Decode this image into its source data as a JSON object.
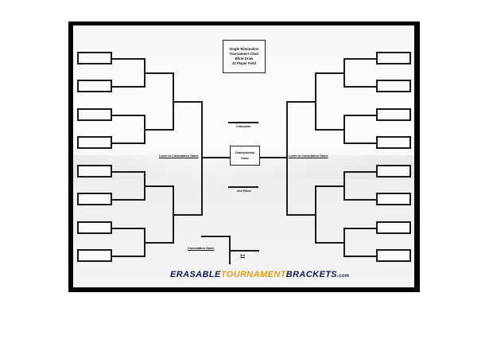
{
  "title_box": {
    "lines": [
      "Single Elimination",
      "Tournament Chart",
      "Blind Draw",
      "32 Player Field"
    ]
  },
  "center": {
    "champion_label": "Champion",
    "championship_line1": "Championship",
    "championship_line2": "Game",
    "second_place_label": "2nd Place",
    "consolation_label": "Consolation Game",
    "third_label": "3rd"
  },
  "side_labels": {
    "left": "Loser to Consolation Game",
    "right": "Loser to Consolation Game"
  },
  "logo": {
    "part1": "ERASABLE",
    "part2": "TOURNAMENT",
    "part3": "BRACKETS",
    "suffix": ".com"
  },
  "colors": {
    "frame": "#050505",
    "logo_navy": "#12195a",
    "logo_gold": "#d9a21a"
  }
}
